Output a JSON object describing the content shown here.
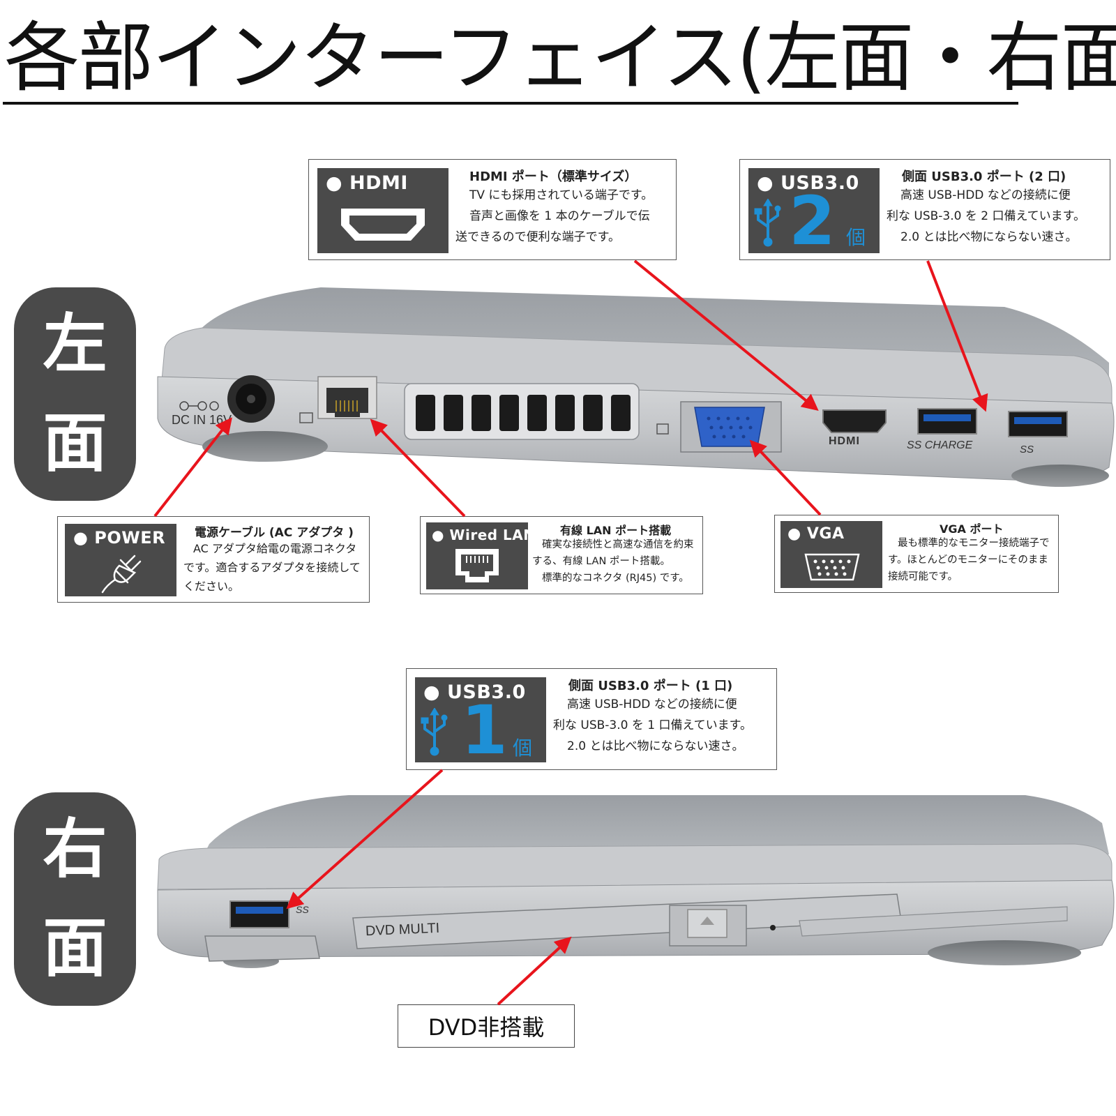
{
  "title": "各部インターフェイス(左面・右面)",
  "sides": {
    "left": [
      "左",
      "面"
    ],
    "right": [
      "右",
      "面"
    ]
  },
  "port_markings": {
    "dc_in": "DC IN 16V",
    "hdmi": "HDMI",
    "usb_ss_charge": "SS CHARGE",
    "usb_ss": "SS",
    "dvd": "DVD MULTI"
  },
  "callouts": {
    "hdmi": {
      "tile": "HDMI",
      "title": "HDMI ポート（標準サイズ）",
      "lines": [
        "TV にも採用されている端子です。",
        "音声と画像を 1 本のケーブルで伝",
        "送できるので便利な端子です。"
      ]
    },
    "usb_left": {
      "tile": "USB3.0",
      "count": "2",
      "unit": "個",
      "title": "側面 USB3.0 ポート (2 口)",
      "lines": [
        "高速 USB-HDD などの接続に便",
        "利な USB-3.0 を 2 口備えています。",
        "2.0 とは比べ物にならない速さ。"
      ]
    },
    "power": {
      "tile": "POWER",
      "title": "電源ケーブル (AC アダプタ )",
      "lines": [
        "AC アダプタ給電の電源コネクタ",
        "です。適合するアダプタを接続して",
        "ください。"
      ]
    },
    "lan": {
      "tile": "Wired LAN",
      "title": "有線 LAN ポート搭載",
      "lines": [
        "確実な接続性と高速な通信を約束",
        "する、有線 LAN ポート搭載。",
        "標準的なコネクタ (RJ45) です。"
      ]
    },
    "vga": {
      "tile": "VGA",
      "title": "VGA ポート",
      "lines": [
        "最も標準的なモニター接続端子で",
        "す。ほとんどのモニターにそのまま",
        "接続可能です。"
      ]
    },
    "usb_right": {
      "tile": "USB3.0",
      "count": "1",
      "unit": "個",
      "title": "側面 USB3.0 ポート (1 口)",
      "lines": [
        "高速 USB-HDD などの接続に便",
        "利な USB-3.0 を 1 口備えています。",
        "2.0 とは比べ物にならない速さ。"
      ]
    }
  },
  "dvd_note": "DVD非搭載",
  "colors": {
    "tile": "#4a4a4a",
    "usb_blue": "#1e90d6",
    "arrow": "#e8141c",
    "vga_blue": "#2f62c8"
  }
}
